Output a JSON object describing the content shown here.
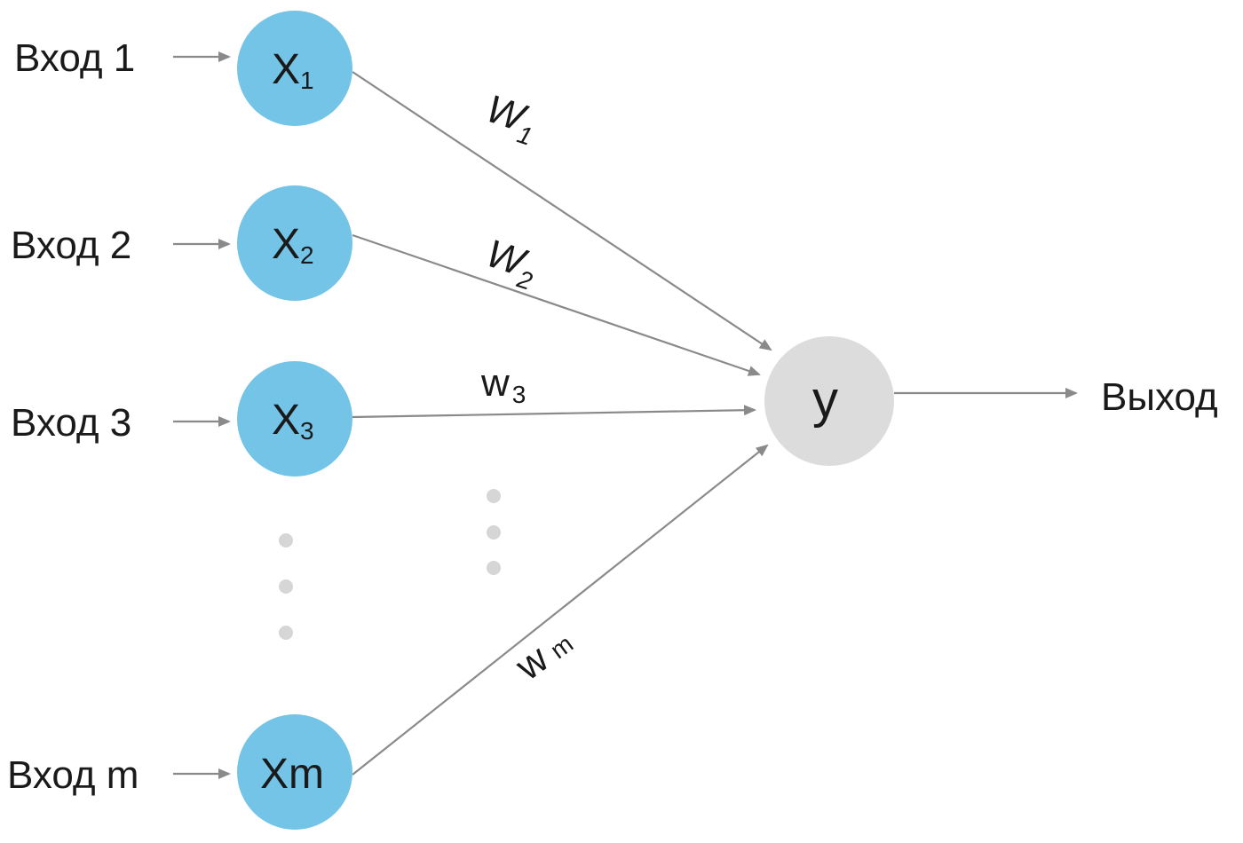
{
  "colors": {
    "input_node": "#74c4e8",
    "output_node": "#dcdcdc",
    "edge": "#8a8a8a",
    "text": "#1a1a1a",
    "ellipsis_dot": "#d6d6d6"
  },
  "inputs": [
    {
      "label": "Вход 1",
      "node": "X",
      "sub": "1"
    },
    {
      "label": "Вход 2",
      "node": "X",
      "sub": "2"
    },
    {
      "label": "Вход 3",
      "node": "X",
      "sub": "3"
    },
    {
      "label": "Вход m",
      "node": "Xm",
      "sub": ""
    }
  ],
  "weights": [
    {
      "w": "W",
      "sub": "1"
    },
    {
      "w": "W",
      "sub": "2"
    },
    {
      "w": "w",
      "sub": "3"
    },
    {
      "w": "w",
      "sub": "m"
    }
  ],
  "output": {
    "node": "y",
    "label": "Выход"
  }
}
